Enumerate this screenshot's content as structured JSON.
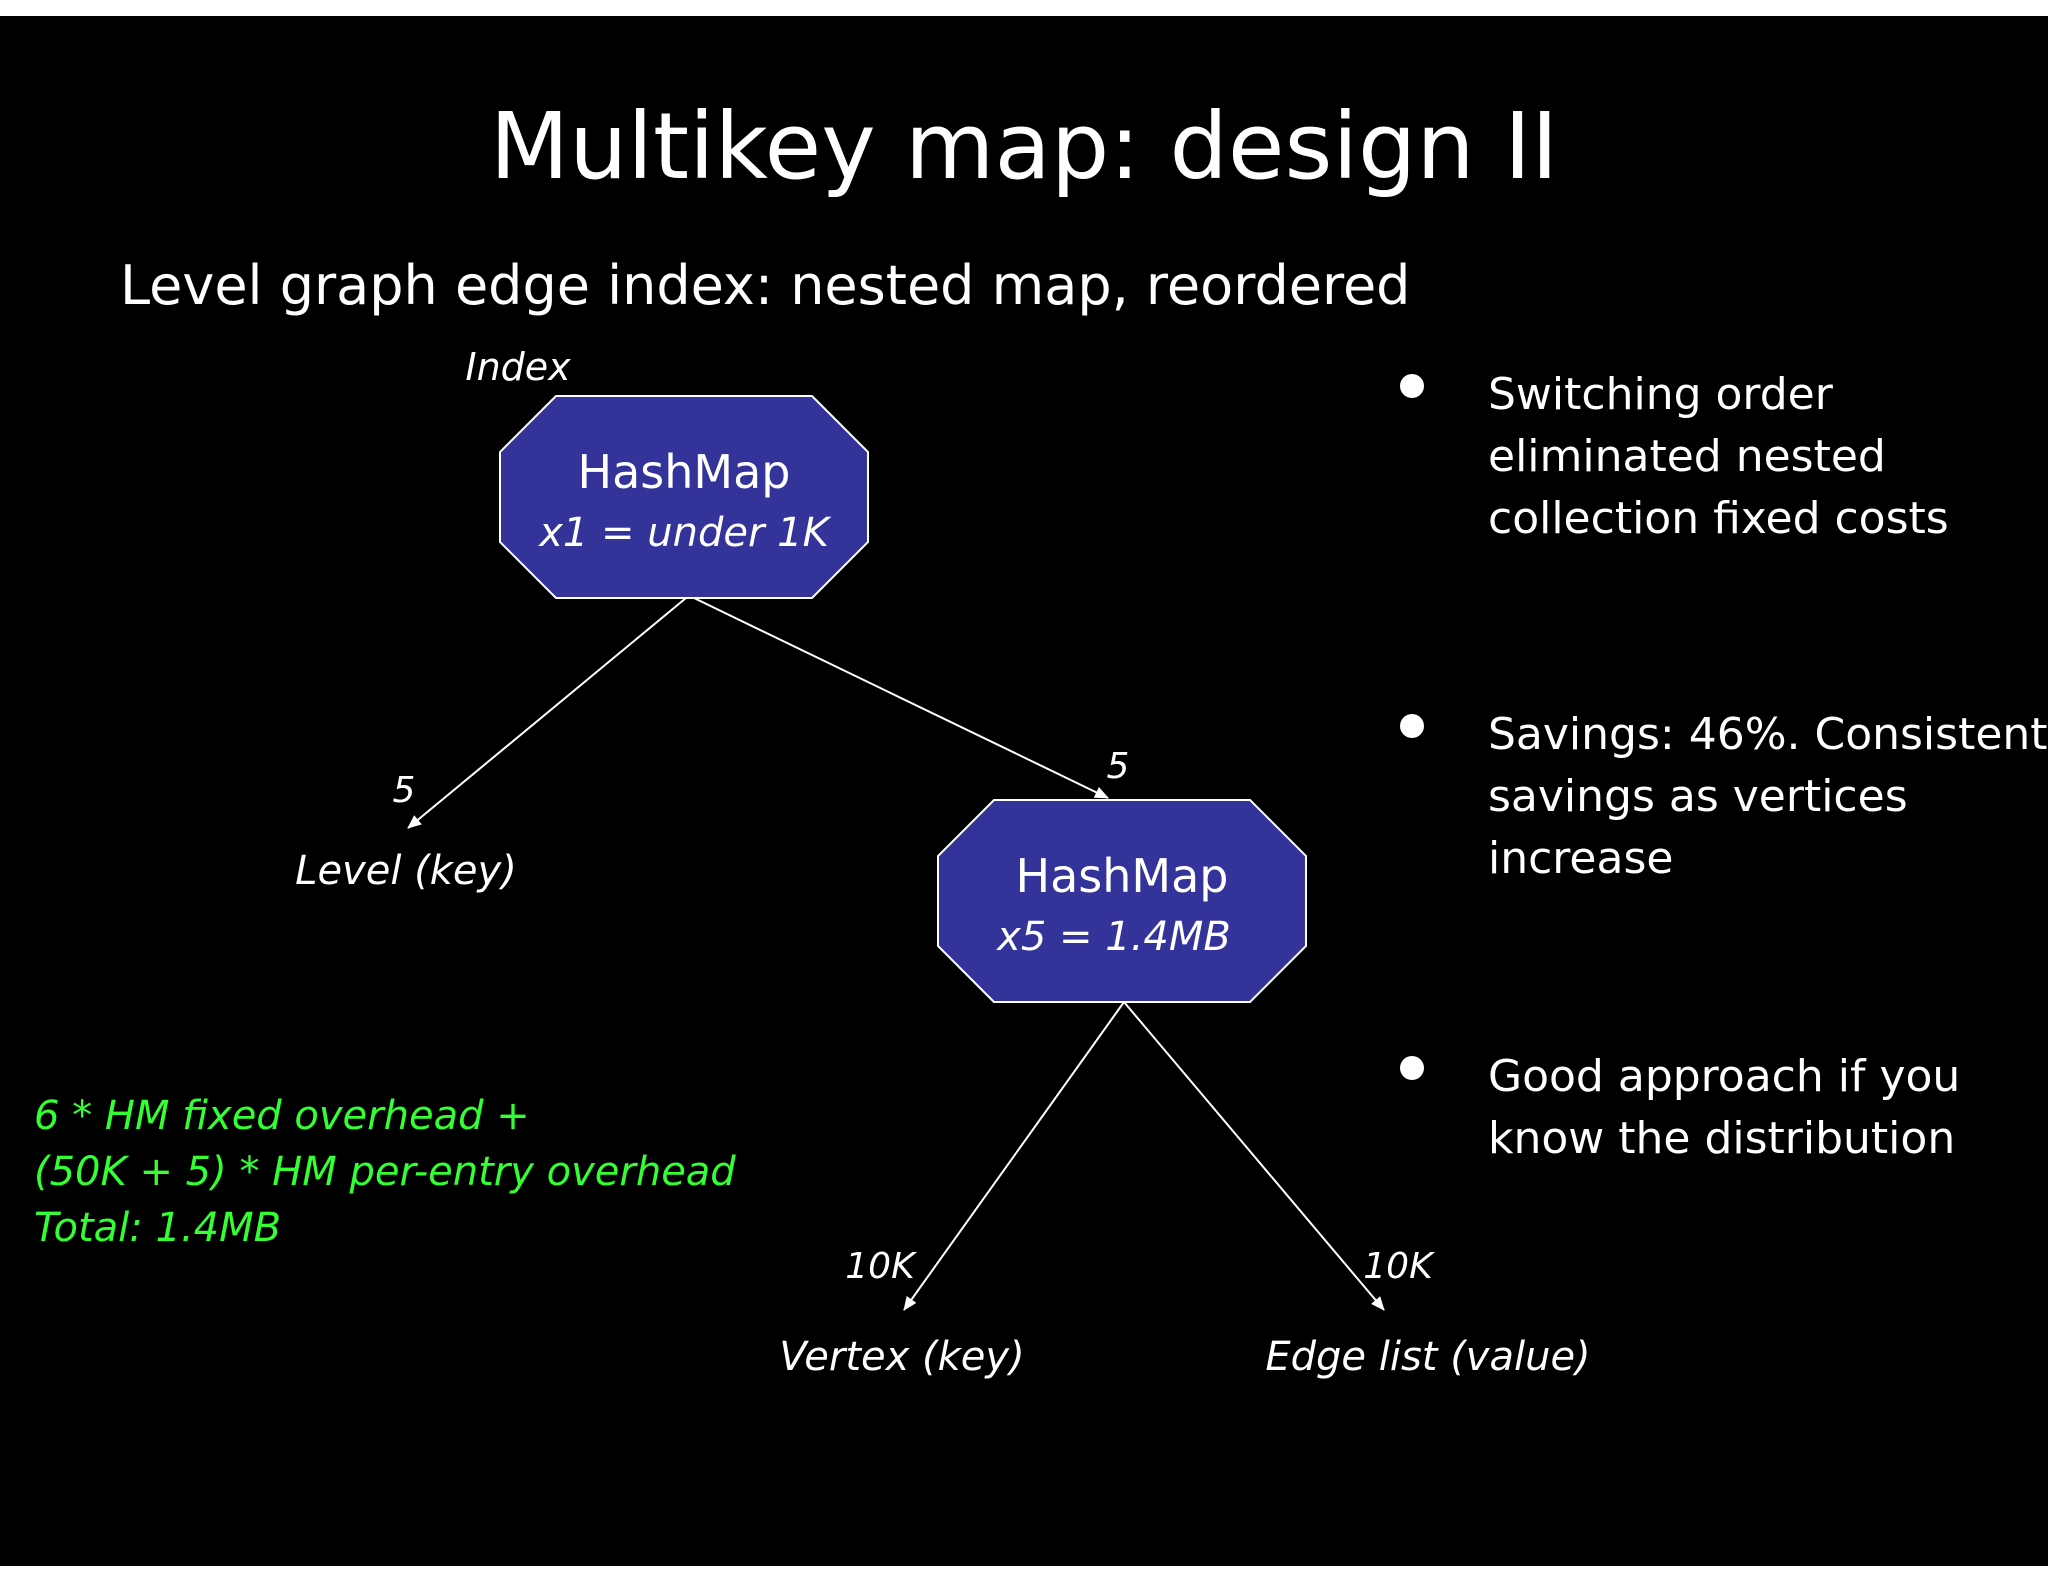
{
  "slide": {
    "title": "Multikey map: design II",
    "subtitle": "Level graph edge index: nested map, reordered"
  },
  "diagram": {
    "root_label": "Index",
    "root_node": {
      "title": "HashMap",
      "detail": "x1 = under 1K"
    },
    "child_node": {
      "title": "HashMap",
      "detail": "x5 = 1.4MB"
    },
    "edge_left_count": "5",
    "edge_right_count": "5",
    "leaf_level": "Level (key)",
    "edge_vertex_count": "10K",
    "edge_list_count": "10K",
    "leaf_vertex": "Vertex (key)",
    "leaf_edge_list": "Edge list (value)"
  },
  "bullets": [
    "Switching order eliminated nested collection fixed costs",
    "Savings: 46%. Consistent savings as vertices increase",
    "Good approach if you know the distribution"
  ],
  "overhead_note": {
    "line1": "6 * HM fixed overhead +",
    "line2": "(50K + 5) * HM per-entry overhead",
    "line3": "Total:  1.4MB"
  },
  "colors": {
    "background": "#000000",
    "node_fill": "#333399",
    "text": "#ffffff",
    "note": "#33ff33"
  }
}
